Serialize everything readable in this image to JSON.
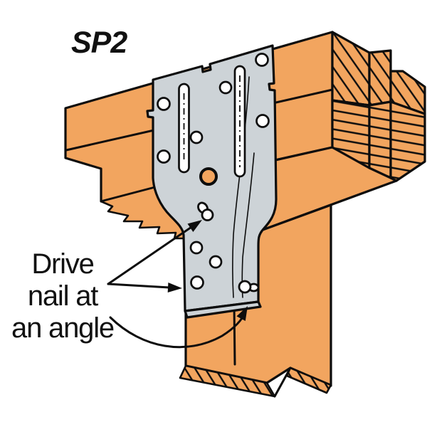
{
  "figure": {
    "product_label": "SP2",
    "callout": {
      "line1": "Drive",
      "line2": "nail at",
      "line3": "an angle"
    },
    "colors": {
      "wood": "#F2A55F",
      "plate": "#CDD3D7",
      "outline": "#0d0d0d",
      "background": "#FFFFFF",
      "text": "#111111"
    }
  }
}
